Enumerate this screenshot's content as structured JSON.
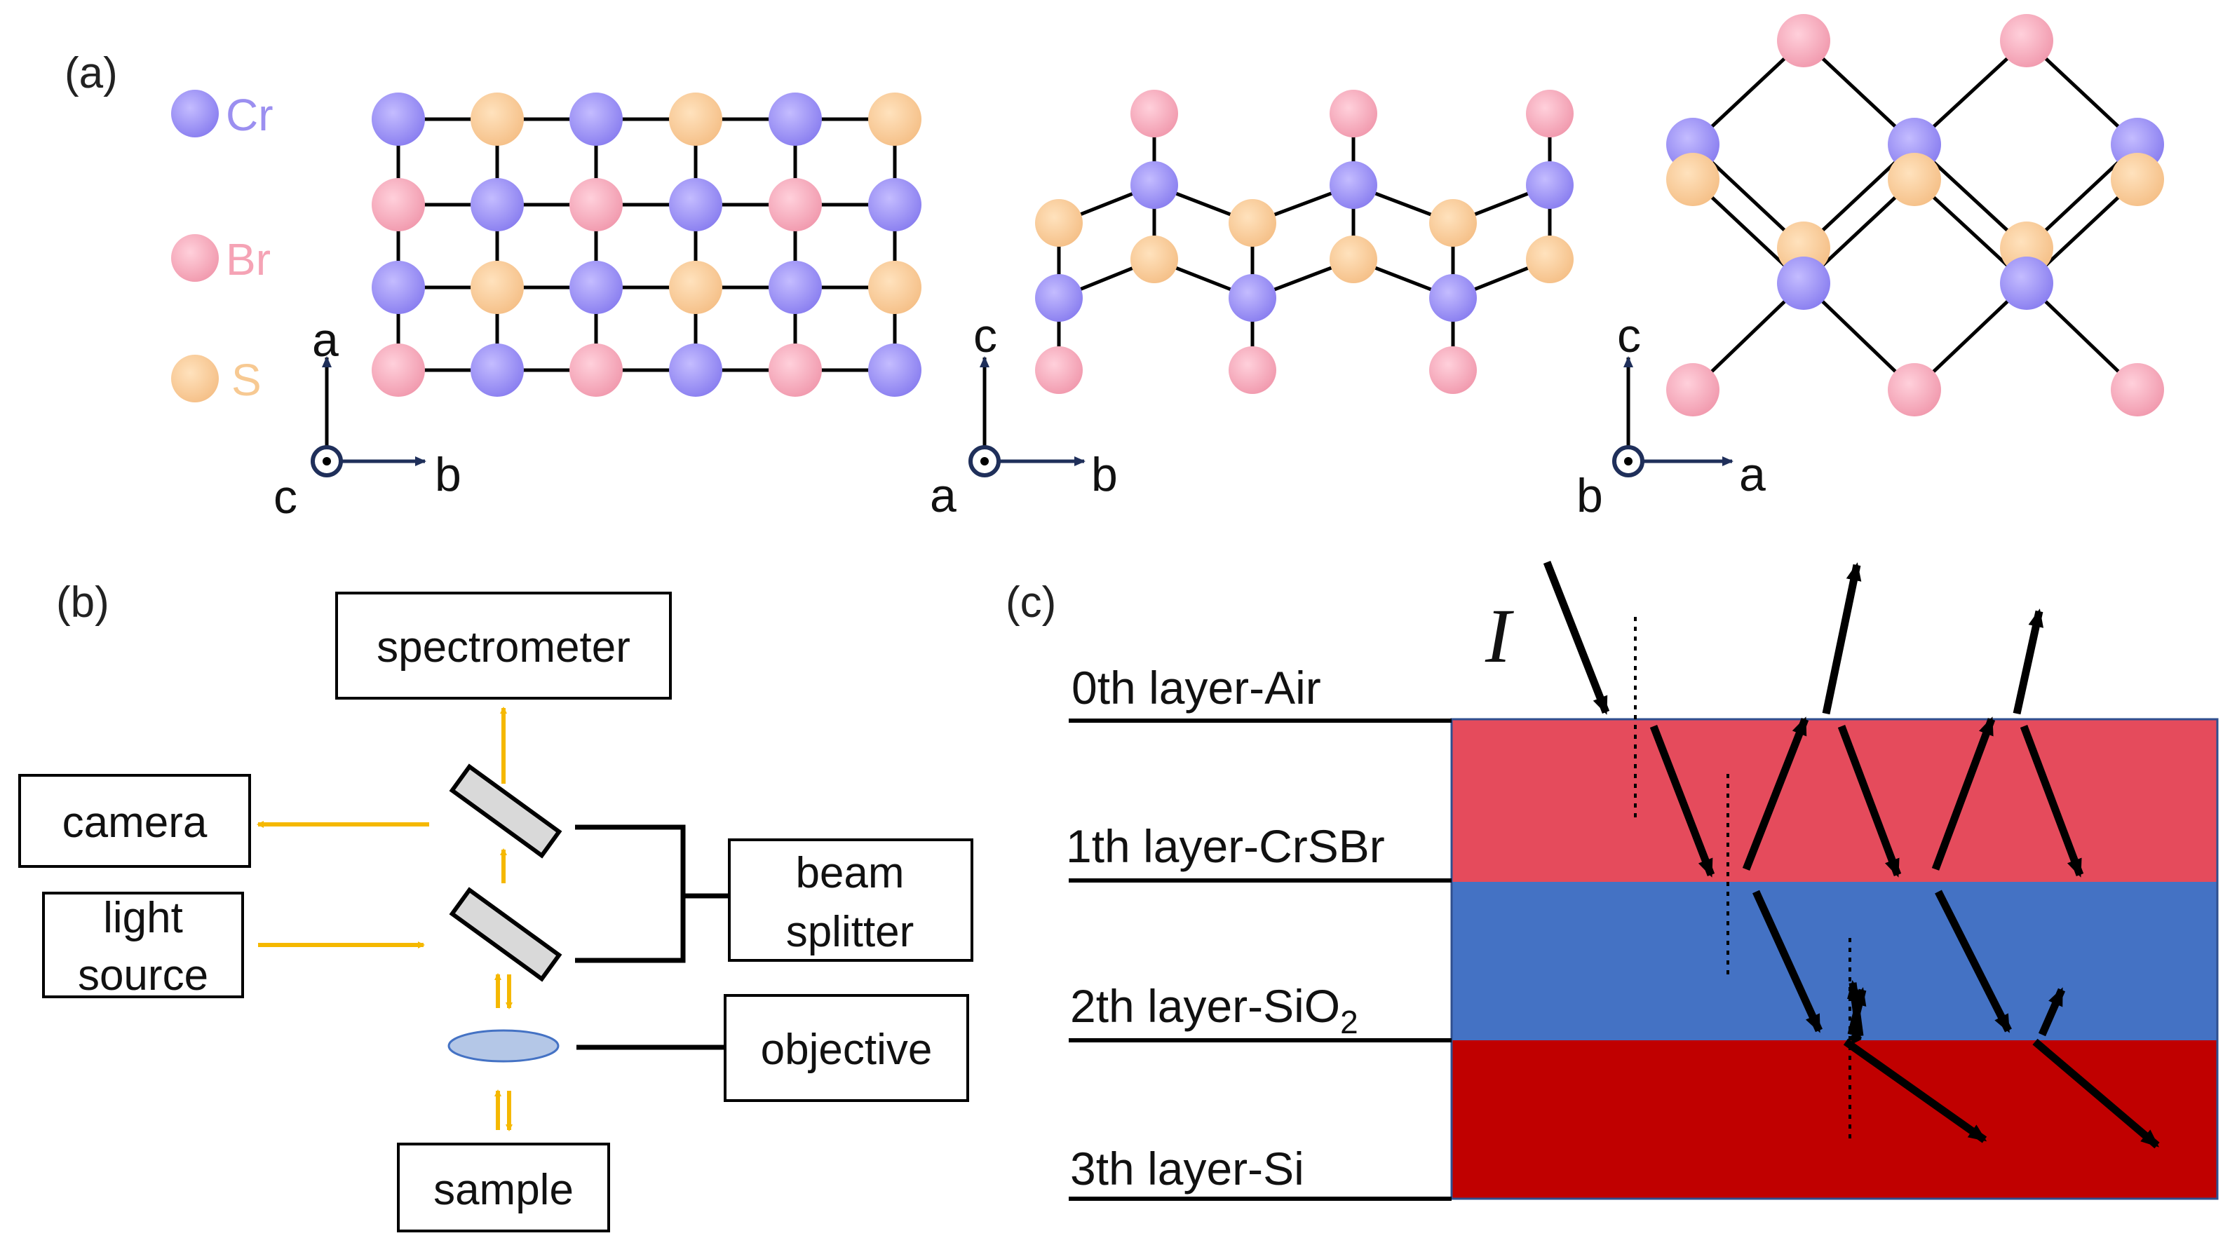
{
  "panel_a": {
    "label": "(a)",
    "legend": [
      {
        "symbol": "Cr",
        "color": "#9b8ff0"
      },
      {
        "symbol": "Br",
        "color": "#f5a3b5"
      },
      {
        "symbol": "S",
        "color": "#f7c992"
      }
    ],
    "views": [
      {
        "up": "a",
        "out_of_plane": "c",
        "right": "b"
      },
      {
        "up": "c",
        "out_of_plane": "a",
        "right": "b"
      },
      {
        "up": "c",
        "out_of_plane": "b",
        "right": "a"
      }
    ]
  },
  "panel_b": {
    "label": "(b)",
    "components": {
      "spectrometer": "spectrometer",
      "camera": "camera",
      "light_source_line1": "light",
      "light_source_line2": "source",
      "beam_splitter_line1": "beam",
      "beam_splitter_line2": "splitter",
      "objective": "objective",
      "sample": "sample"
    },
    "beam_color": "#f5b800"
  },
  "panel_c": {
    "label": "(c)",
    "intensity_symbol": "I",
    "layers": [
      {
        "name": "0th layer-Air",
        "color": "#ffffff"
      },
      {
        "name": "1th layer-CrSBr",
        "color": "#e54b5c"
      },
      {
        "name": "2th layer-SiO",
        "subscript": "2",
        "color": "#4472c4"
      },
      {
        "name": "3th layer-Si",
        "color": "#c00000"
      }
    ]
  }
}
